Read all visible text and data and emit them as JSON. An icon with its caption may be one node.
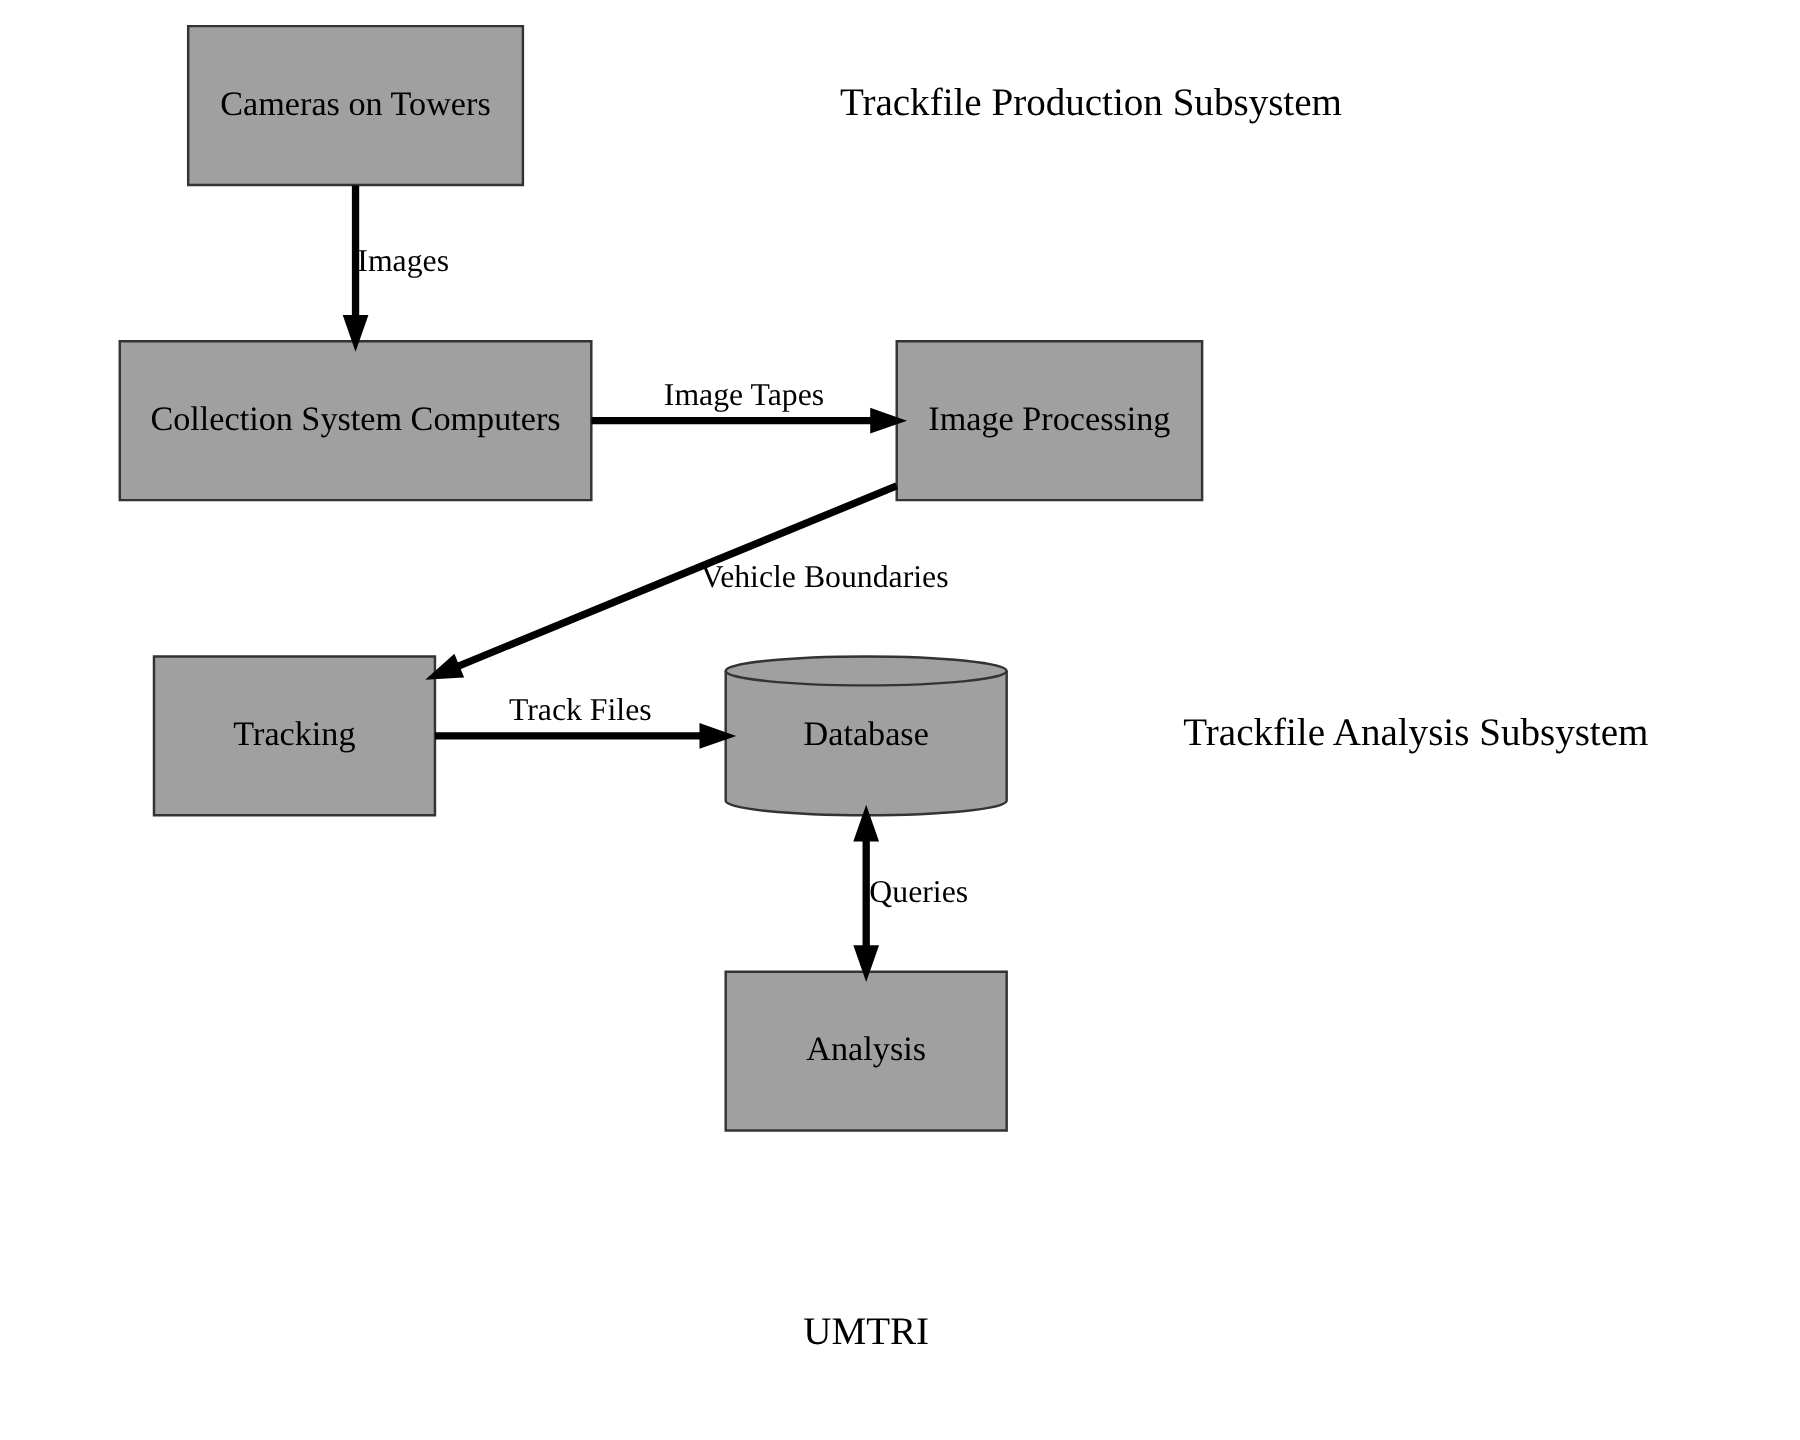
{
  "diagram": {
    "nodes": [
      {
        "text": [
          "Cameras on Towers"
        ]
      },
      {
        "text": [
          "Collection System Computers"
        ]
      },
      {
        "text": [
          "Image Processing"
        ]
      },
      {
        "text": [
          "Tracking"
        ]
      },
      {
        "text": [
          "Database"
        ]
      },
      {
        "text": [
          "Analysis"
        ]
      }
    ],
    "edges": [
      {
        "from": 0,
        "to": 1,
        "arrow": "to",
        "label": "Images"
      },
      {
        "from": 1,
        "to": 2,
        "arrow": "to",
        "label": "Image Tapes"
      },
      {
        "from": 2,
        "to": 3,
        "arrow": "to",
        "label": "Vehicle Boundaries"
      },
      {
        "from": 3,
        "to": 4,
        "arrow": "to",
        "label": "Track Files"
      },
      {
        "from": 4,
        "to": 5,
        "arrow": "both",
        "label": "Queries"
      }
    ],
    "labels": [
      "Trackfile Production Subsystem",
      "Trackfile Analysis Subsystem",
      "UMTRI"
    ]
  }
}
